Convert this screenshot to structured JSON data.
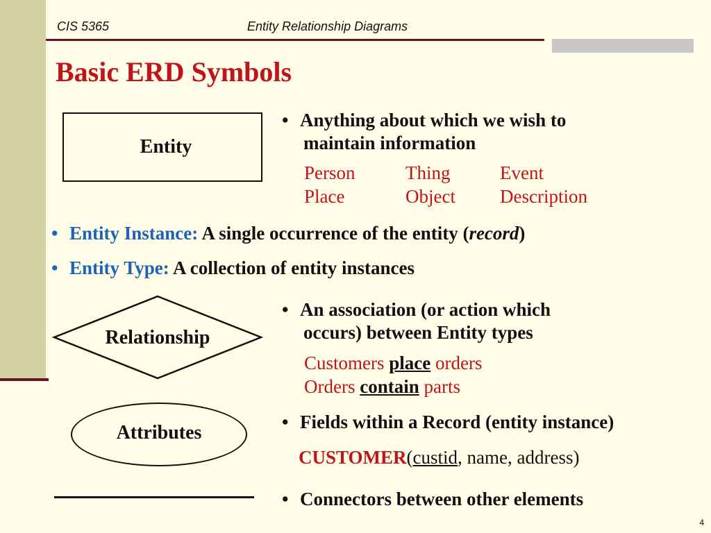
{
  "header": {
    "course": "CIS 5365",
    "topic": "Entity Relationship Diagrams"
  },
  "title": "Basic ERD Symbols",
  "entity": {
    "label": "Entity",
    "bullet": "•",
    "line1": "Anything about which we wish to",
    "line2": "maintain information",
    "examples": {
      "c1r1": "Person",
      "c1r2": "Place",
      "c2r1": "Thing",
      "c2r2": "Object",
      "c3r1": "Event",
      "c3r2": "Description"
    }
  },
  "instance": {
    "bullet": "•",
    "term": "Entity Instance:",
    "definition": " A single occurrence of the entity (",
    "record": "record",
    "close": ")"
  },
  "type": {
    "bullet": "•",
    "term": "Entity Type:",
    "definition": " A collection of entity instances"
  },
  "relationship": {
    "label": "Relationship",
    "bullet": "•",
    "line1": "An association (or action which",
    "line2": "occurs) between Entity types",
    "example1": {
      "a": "Customers ",
      "verb": "place",
      "b": " orders"
    },
    "example2": {
      "a": "Orders ",
      "verb": "contain",
      "b": " parts"
    }
  },
  "attributes": {
    "label": "Attributes",
    "bullet": "•",
    "line1": "Fields within a Record (entity instance)",
    "example": {
      "entity": "CUSTOMER",
      "open": "(",
      "key": "custid",
      "rest": ", name, address)"
    }
  },
  "connector": {
    "bullet": "•",
    "line1": "Connectors between other elements"
  },
  "page_number": "4"
}
